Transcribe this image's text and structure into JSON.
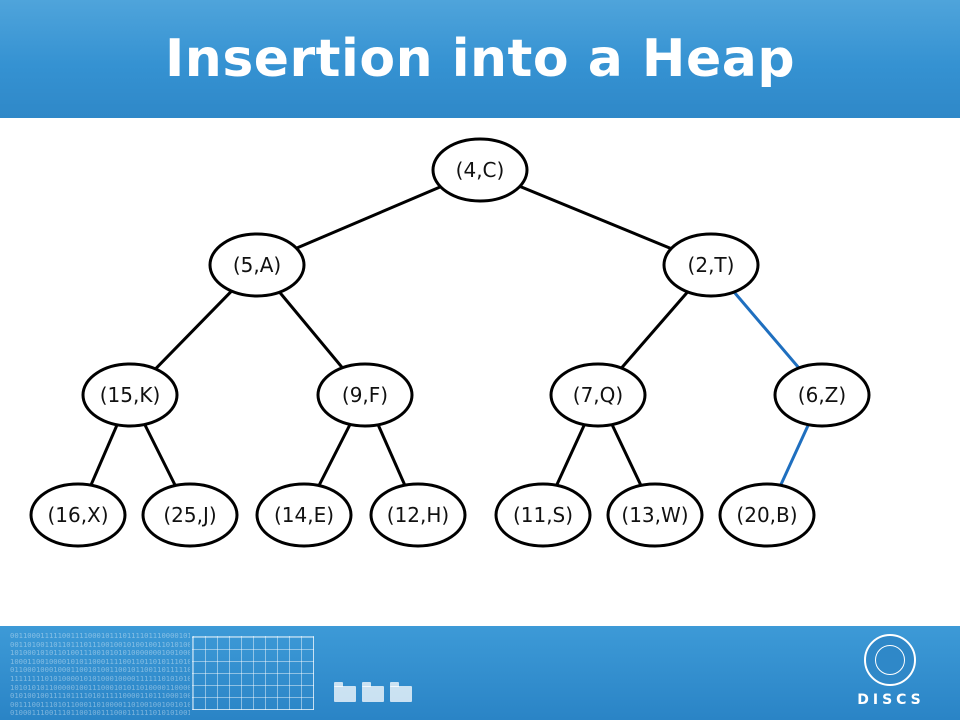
{
  "title": "Insertion into a Heap",
  "colors": {
    "header_blue": "#3592d2",
    "edge_default": "#000000",
    "edge_highlight": "#1f6fbf"
  },
  "heap": {
    "nodes": [
      {
        "id": "n0",
        "label": "(4,C)"
      },
      {
        "id": "n1",
        "label": "(5,A)"
      },
      {
        "id": "n2",
        "label": "(2,T)"
      },
      {
        "id": "n3",
        "label": "(15,K)"
      },
      {
        "id": "n4",
        "label": "(9,F)"
      },
      {
        "id": "n5",
        "label": "(7,Q)"
      },
      {
        "id": "n6",
        "label": "(6,Z)"
      },
      {
        "id": "n7",
        "label": "(16,X)"
      },
      {
        "id": "n8",
        "label": "(25,J)"
      },
      {
        "id": "n9",
        "label": "(14,E)"
      },
      {
        "id": "n10",
        "label": "(12,H)"
      },
      {
        "id": "n11",
        "label": "(11,S)"
      },
      {
        "id": "n12",
        "label": "(13,W)"
      },
      {
        "id": "n13",
        "label": "(20,B)"
      }
    ],
    "edges": [
      {
        "from": "n0",
        "to": "n1",
        "highlight": false
      },
      {
        "from": "n0",
        "to": "n2",
        "highlight": false
      },
      {
        "from": "n1",
        "to": "n3",
        "highlight": false
      },
      {
        "from": "n1",
        "to": "n4",
        "highlight": false
      },
      {
        "from": "n2",
        "to": "n5",
        "highlight": false
      },
      {
        "from": "n2",
        "to": "n6",
        "highlight": true
      },
      {
        "from": "n3",
        "to": "n7",
        "highlight": false
      },
      {
        "from": "n3",
        "to": "n8",
        "highlight": false
      },
      {
        "from": "n4",
        "to": "n9",
        "highlight": false
      },
      {
        "from": "n4",
        "to": "n10",
        "highlight": false
      },
      {
        "from": "n5",
        "to": "n11",
        "highlight": false
      },
      {
        "from": "n5",
        "to": "n12",
        "highlight": false
      },
      {
        "from": "n6",
        "to": "n13",
        "highlight": true
      }
    ]
  },
  "footer": {
    "logo_text": "DISCS"
  }
}
